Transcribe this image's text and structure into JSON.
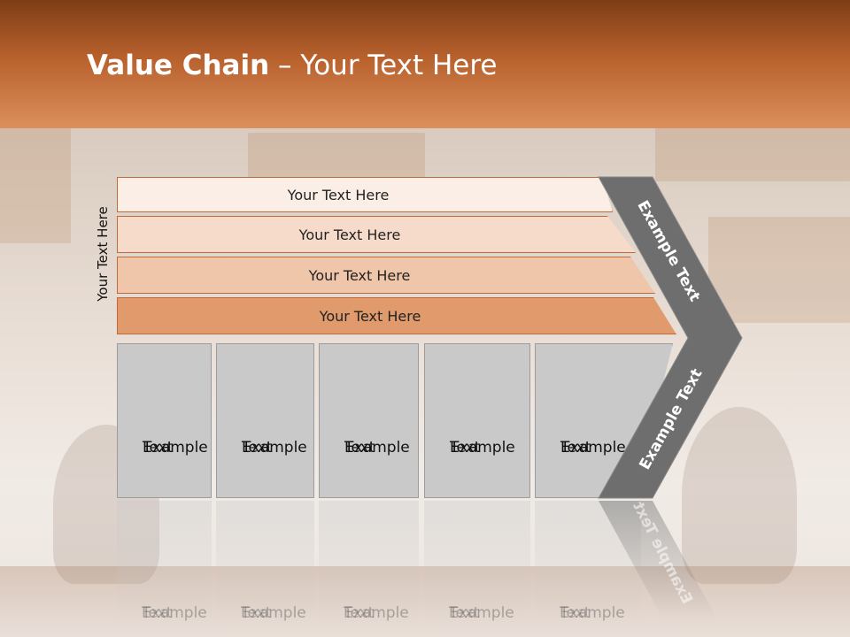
{
  "slide": {
    "title_bold": "Value Chain",
    "title_rest": " – Your Text Here",
    "vertical_label": "Your Text Here",
    "bands": [
      "Your Text Here",
      "Your Text Here",
      "Your Text Here",
      "Your Text Here"
    ],
    "band_colors": [
      "#fbeee7",
      "#f6dbcb",
      "#f0c6aa",
      "#e09a6c"
    ],
    "cells": [
      {
        "line1": "Example",
        "line2": "Text"
      },
      {
        "line1": "Example",
        "line2": "Text"
      },
      {
        "line1": "Example",
        "line2": "Text"
      },
      {
        "line1": "Example",
        "line2": "Text"
      },
      {
        "line1": "Example",
        "line2": "Text"
      }
    ],
    "chevron_top_text": "Example Text",
    "chevron_bottom_text": "Example Text",
    "chevron_color": "#6e6e6e",
    "title_bar_color": "#b8612d"
  }
}
